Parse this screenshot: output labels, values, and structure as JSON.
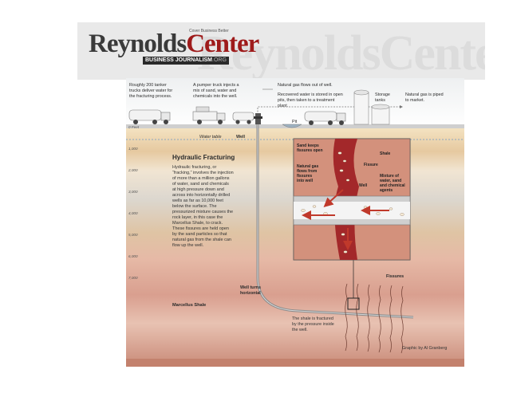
{
  "logo": {
    "brand_part1": "Reynolds",
    "brand_part2": "Center",
    "tagline": "Cover Business Better",
    "subline": "BUSINESS JOURNALISM",
    "subline_suffix": ".ORG",
    "ghost": "ReynoldsCenter"
  },
  "diagram": {
    "top_labels": {
      "tankers": [
        "Roughly 200 tanker",
        "trucks deliver water for",
        "the fracturing process."
      ],
      "pumper": [
        "A pumper truck injects a",
        "mix of sand, water and",
        "chemicals into the well."
      ],
      "gas_out": "Natural gas flows out of well.",
      "recovered": [
        "Recovered water is stored in open",
        "pits, then taken to a treatment",
        "plant."
      ],
      "storage": [
        "Storage",
        "tanks"
      ],
      "piped": [
        "Natural gas is piped",
        "to market."
      ],
      "pit": "Pit",
      "water_table": "Water table",
      "well": "Well"
    },
    "depths": [
      "0 Feet",
      "1,000",
      "2,000",
      "3,000",
      "4,000",
      "5,000",
      "6,000",
      "7,000"
    ],
    "title": "Hydraulic Fracturing",
    "body": [
      "Hydraulic fracturing, or",
      "“fracking,” involves the injection",
      "of more than a million gallons",
      "of water, sand and chemicals",
      "at high pressure down and",
      "across into horizontally drilled",
      "wells as far as 10,000 feet",
      "below the surface. The",
      "pressurized mixture causes the",
      "rock layer, in this case the",
      "Marcellus Shale, to crack.",
      "These fissures are held open",
      "by the sand particles so that",
      "natural gas from the shale can",
      "flow up the well."
    ],
    "inset_labels": {
      "sand_keeps": [
        "Sand keeps",
        "fissures open"
      ],
      "shale": "Shale",
      "gas_flows": [
        "Natural gas",
        "flows from",
        "fissures",
        "into well"
      ],
      "fissure": "Fissure",
      "well": "Well",
      "mixture": [
        "Mixture of",
        "water, sand",
        "and chemical",
        "agents"
      ]
    },
    "fissures_label": "Fissures",
    "well_turns": [
      "Well turns",
      "horizontal"
    ],
    "marcellus": "Marcellus Shale",
    "shale_fractured": [
      "The shale is fractured",
      "by the pressure inside",
      "the well."
    ],
    "credit": "Graphic by Al Granberg",
    "colors": {
      "sky": "#eef0f1",
      "soil_light": "#f4e3c2",
      "soil_tan": "#e6c9a0",
      "rock_gray": "#dcd7cf",
      "rock_tan": "#dfc4a4",
      "rock_pink": "#d99f8f",
      "shale_deep": "#c98a78",
      "fissure_red": "#a3282a",
      "arrow_red": "#c0392b",
      "pipe": "#bdbdbd"
    }
  }
}
